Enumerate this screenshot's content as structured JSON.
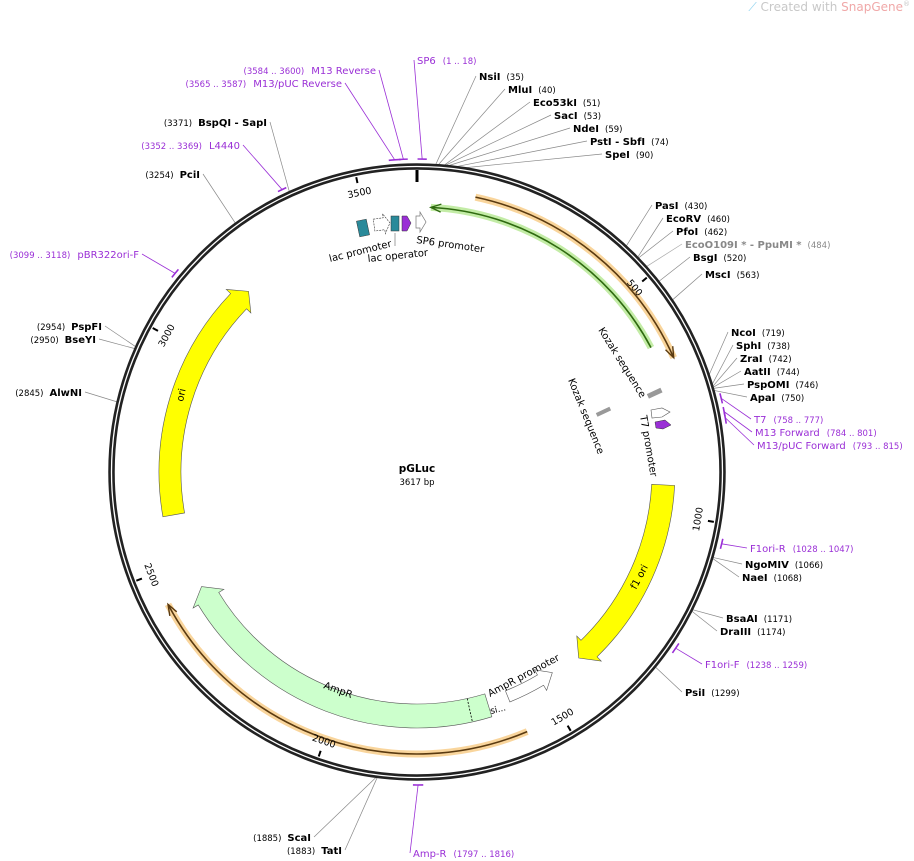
{
  "credit": {
    "prefix": "Created with ",
    "brand": "SnapGene",
    "reg": "®",
    "logo_icon": "snapgene-logo-icon"
  },
  "plasmid": {
    "name": "pGLuc",
    "length_label": "3617 bp",
    "length": 3617
  },
  "ticks": [
    "500",
    "1000",
    "1500",
    "2000",
    "2500",
    "3000",
    "3500"
  ],
  "enzymes": [
    {
      "name": "NsiI",
      "pos": "(35)",
      "bp": 35
    },
    {
      "name": "MluI",
      "pos": "(40)",
      "bp": 40
    },
    {
      "name": "Eco53kI",
      "pos": "(51)",
      "bp": 51
    },
    {
      "name": "SacI",
      "pos": "(53)",
      "bp": 53
    },
    {
      "name": "NdeI",
      "pos": "(59)",
      "bp": 59
    },
    {
      "name": "PstI  - SbfI",
      "pos": "(74)",
      "bp": 74
    },
    {
      "name": "SpeI",
      "pos": "(90)",
      "bp": 90
    },
    {
      "name": "PasI",
      "pos": "(430)",
      "bp": 430
    },
    {
      "name": "EcoRV",
      "pos": "(460)",
      "bp": 460
    },
    {
      "name": "PfoI",
      "pos": "(462)",
      "bp": 462
    },
    {
      "name": "EcoO109I * - PpuMI *",
      "pos": "(484)",
      "bp": 484,
      "gray": true
    },
    {
      "name": "BsgI",
      "pos": "(520)",
      "bp": 520
    },
    {
      "name": "MscI",
      "pos": "(563)",
      "bp": 563
    },
    {
      "name": "NcoI",
      "pos": "(719)",
      "bp": 719
    },
    {
      "name": "SphI",
      "pos": "(738)",
      "bp": 738
    },
    {
      "name": "ZraI",
      "pos": "(742)",
      "bp": 742
    },
    {
      "name": "AatII",
      "pos": "(744)",
      "bp": 744
    },
    {
      "name": "PspOMI",
      "pos": "(746)",
      "bp": 746
    },
    {
      "name": "ApaI",
      "pos": "(750)",
      "bp": 750
    },
    {
      "name": "NgoMIV",
      "pos": "(1066)",
      "bp": 1066
    },
    {
      "name": "NaeI",
      "pos": "(1068)",
      "bp": 1068
    },
    {
      "name": "BsaAI",
      "pos": "(1171)",
      "bp": 1171
    },
    {
      "name": "DraIII",
      "pos": "(1174)",
      "bp": 1174
    },
    {
      "name": "PsiI",
      "pos": "(1299)",
      "bp": 1299
    },
    {
      "name": "ScaI",
      "pos": "(1885)",
      "bp": 1885
    },
    {
      "name": "TatI",
      "pos": "(1883)",
      "bp": 1883
    },
    {
      "name": "AlwNI",
      "pos": "(2845)",
      "bp": 2845
    },
    {
      "name": "BseYI",
      "pos": "(2950)",
      "bp": 2950
    },
    {
      "name": "PspFI",
      "pos": "(2954)",
      "bp": 2954
    },
    {
      "name": "PciI",
      "pos": "(3254)",
      "bp": 3254
    },
    {
      "name": "BspQI  - SapI",
      "pos": "(3371)",
      "bp": 3371
    }
  ],
  "primers": [
    {
      "name": "SP6",
      "range": "(1 .. 18)",
      "start": 1,
      "end": 18
    },
    {
      "name": "T7",
      "range": "(758 .. 777)",
      "start": 758,
      "end": 777
    },
    {
      "name": "M13 Forward",
      "range": "(784 .. 801)",
      "start": 784,
      "end": 801
    },
    {
      "name": "M13/pUC Forward",
      "range": "(793 .. 815)",
      "start": 793,
      "end": 815
    },
    {
      "name": "F1ori-R",
      "range": "(1028 .. 1047)",
      "start": 1028,
      "end": 1047
    },
    {
      "name": "F1ori-F",
      "range": "(1238 .. 1259)",
      "start": 1238,
      "end": 1259
    },
    {
      "name": "Amp-R",
      "range": "(1797 .. 1816)",
      "start": 1797,
      "end": 1816
    },
    {
      "name": "pBR322ori-F",
      "range": "(3099 .. 3118)",
      "start": 3099,
      "end": 3118
    },
    {
      "name": "L4440",
      "range": "(3352 .. 3369)",
      "start": 3352,
      "end": 3369
    },
    {
      "name": "M13/pUC Reverse",
      "range": "(3565 .. 3587)",
      "start": 3565,
      "end": 3587
    },
    {
      "name": "M13 Reverse",
      "range": "(3584 .. 3600)",
      "start": 3584,
      "end": 3600
    }
  ],
  "features": {
    "lac_promoter": "lac promoter",
    "lac_operator": "lac operator",
    "sp6_promoter": "SP6 promoter",
    "kozak1": "Kozak sequence",
    "kozak2": "Kozak sequence",
    "t7_promoter": "T7 promoter",
    "f1_ori": "f1 ori",
    "ori": "ori",
    "ampr": "AmpR",
    "ampr_promoter": "AmpR promoter",
    "signal": "si..."
  },
  "colors": {
    "primer": "#9a2fd6",
    "ori": "#ffff00",
    "ampr": "#ccffcc",
    "orf": "#f5a623",
    "promoter_line": "#8fd14f",
    "lac": "#2a8a9a"
  }
}
